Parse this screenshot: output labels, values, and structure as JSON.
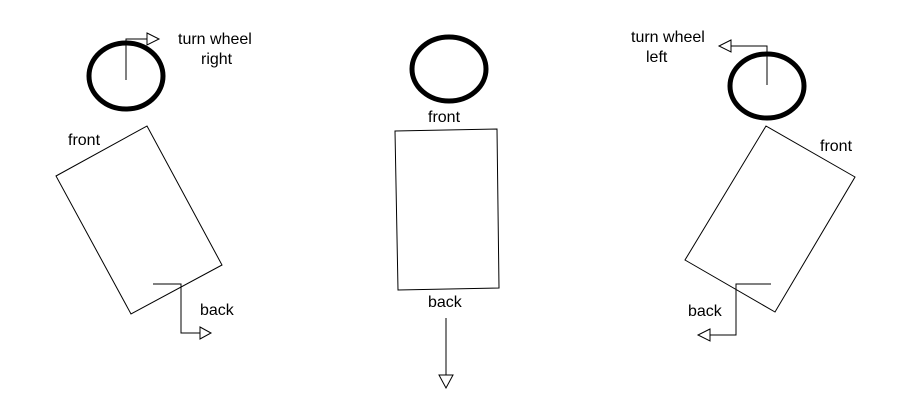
{
  "colors": {
    "line": "#000000",
    "background": "#ffffff",
    "arrowhead_fill": "#ffffff"
  },
  "panels": {
    "left": {
      "wheel_label_line1": "turn wheel",
      "wheel_label_line2": "right",
      "front_label": "front",
      "back_label": "back"
    },
    "center": {
      "front_label": "front",
      "back_label": "back"
    },
    "right": {
      "wheel_label_line1": "turn wheel",
      "wheel_label_line2": "left",
      "front_label": "front",
      "back_label": "back"
    }
  }
}
